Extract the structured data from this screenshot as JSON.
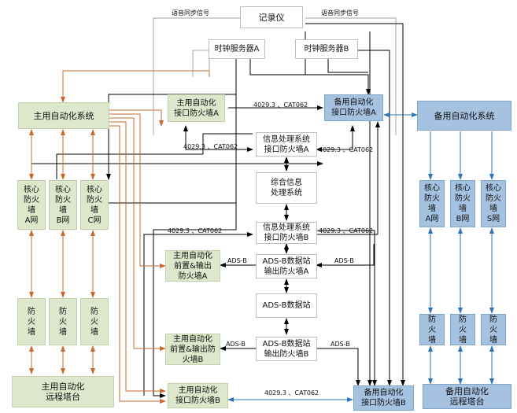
{
  "boxes": {
    "recorder": "记录仪",
    "clock_a": "时钟服务器A",
    "clock_b": "时钟服务器B",
    "main_auto_system": "主用自动化系统",
    "main_iface_fw_a": "主用自动化\n接口防火墙A",
    "backup_iface_fw_a": "备用自动化\n接口防火墙A",
    "backup_auto_system": "备用自动化系统",
    "info_proc_fw_a": "信息处理系统\n接口防火墙A",
    "integrated_info_system": "综合信息\n处理系统",
    "info_proc_fw_b": "信息处理系统\n接口防火墙B",
    "core_fw_a": "核心\n防火\n墙\nA网",
    "core_fw_b": "核心\n防火\n墙\nB网",
    "core_fw_c": "核心\n防火\n墙\nC网",
    "backup_core_fw_a": "核心\n防火\n墙\nA网",
    "backup_core_fw_b": "核心\n防火\n墙\nB网",
    "backup_core_fw_s": "核心\n防火\n墙\nS网",
    "main_front_fw_a": "主用自动化\n前置&输出\n防火墙A",
    "adsb_out_fw_a": "ADS-B数据站\n输出防火墙A",
    "adsb_station": "ADS-B数据站",
    "main_front_fw_b": "主用自动化\n前置&输出防\n火墙B",
    "adsb_out_fw_b": "ADS-B数据站\n输出防火墙B",
    "firewall_1": "防\n火\n墙",
    "firewall_2": "防\n火\n墙",
    "firewall_3": "防\n火\n墙",
    "backup_firewall_1": "防\n火\n墙",
    "backup_firewall_2": "防\n火\n墙",
    "backup_firewall_3": "防\n火\n墙",
    "main_remote_tower": "主用自动化\n远程塔台",
    "main_iface_fw_b": "主用自动化\n接口防火墙B",
    "backup_iface_fw_b": "备用自动化\n接口防火墙B",
    "backup_remote_tower": "备用自动化\n远程塔台"
  },
  "labels": {
    "voice_sync_left": "语音同步信号",
    "voice_sync_right": "语音同步信号",
    "proto_top_right": "4029.3 、CAT062",
    "proto_fw_a_left": "4029.3 、CAT062",
    "proto_fw_a_right": "4029.3 、CAT062",
    "proto_fw_b_left": "4029.3 、CAT062",
    "proto_fw_b_right": "4029.3 、CAT062",
    "adsb_a_left": "ADS-B",
    "adsb_a_right": "ADS-B",
    "adsb_b_left": "ADS-B",
    "adsb_b_right": "ADS-B",
    "proto_bottom": "4029.3 、CAT062"
  },
  "colors": {
    "main_fill": "#dde7cb",
    "backup_fill": "#a5c2e1",
    "orange_line": "#c96a2f",
    "blue_line": "#2e75b6",
    "black_line": "#000000",
    "gray_line": "#a6a6a6"
  }
}
